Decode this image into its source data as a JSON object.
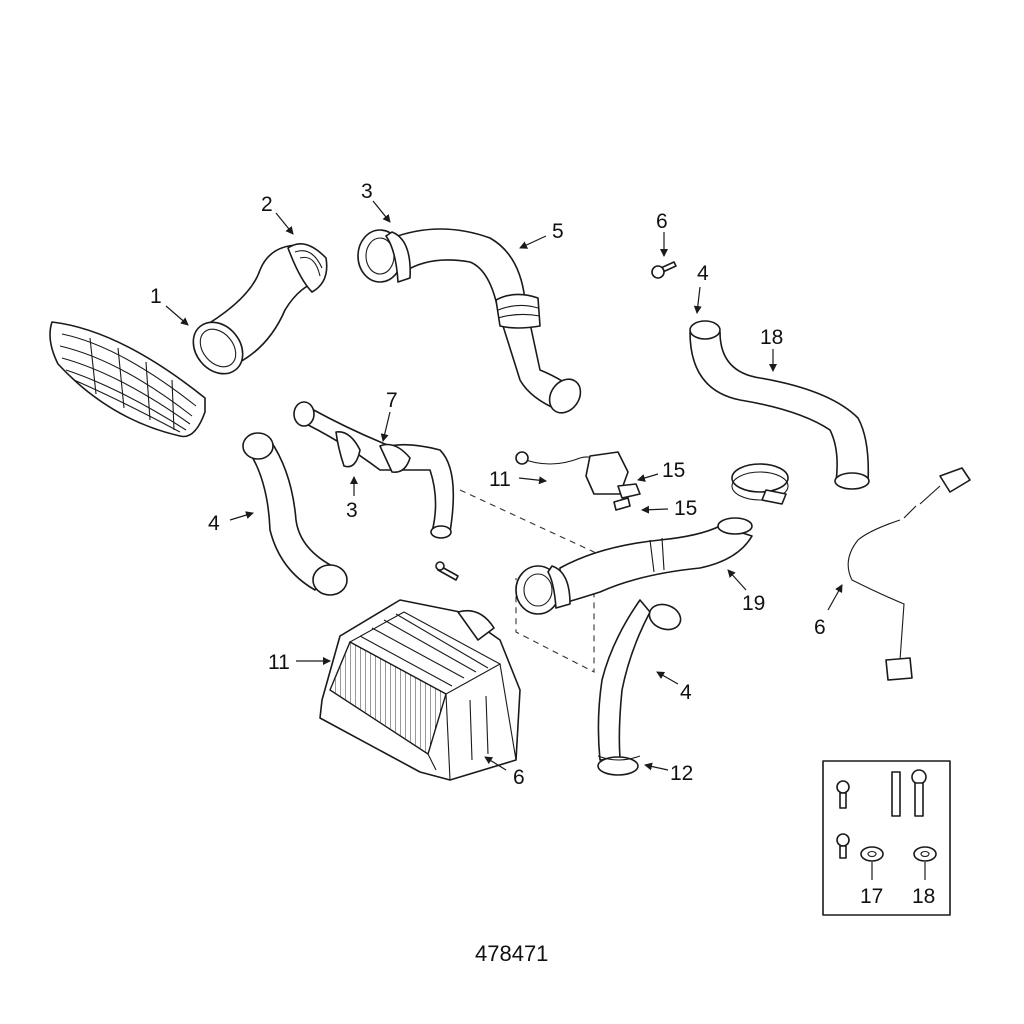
{
  "reference_number": "478471",
  "callouts": {
    "c1": "1",
    "c2": "2",
    "c3_top": "3",
    "c5": "5",
    "c6_screw": "6",
    "c4_upper_right": "4",
    "c18_hose": "18",
    "c7": "7",
    "c4_left": "4",
    "c3_mid": "3",
    "c11_valve": "11",
    "c15_a": "15",
    "c15_b": "15",
    "c19": "19",
    "c6_sensor": "6",
    "c11_airbox": "11",
    "c4_lower": "4",
    "c6_airbox": "6",
    "c12": "12",
    "c17": "17",
    "c18_box": "18"
  }
}
